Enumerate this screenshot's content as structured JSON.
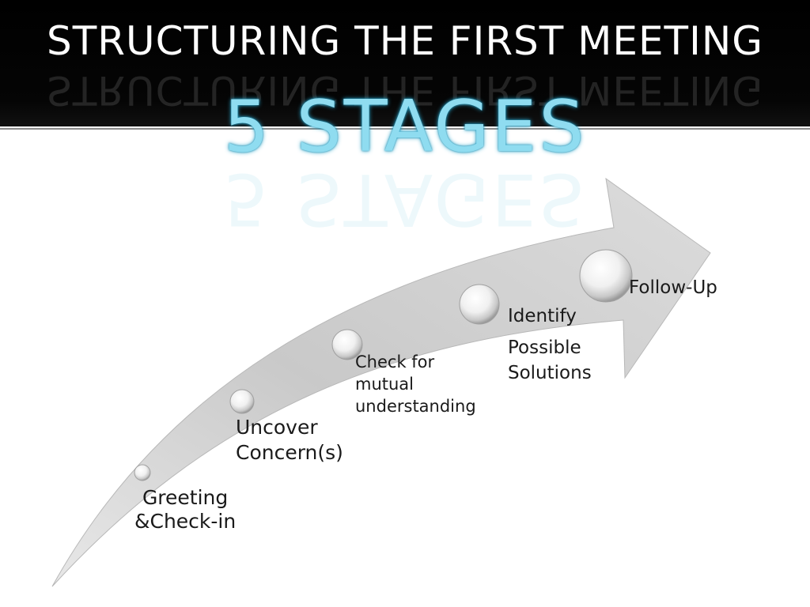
{
  "slide": {
    "title": "STRUCTURING THE FIRST MEETING",
    "subtitle": "5 STAGES"
  },
  "stages": [
    {
      "lines": [
        "Greeting",
        "&Check-in"
      ]
    },
    {
      "lines": [
        "Uncover",
        "Concern(s)"
      ]
    },
    {
      "lines": [
        "Check for",
        "mutual",
        "understanding"
      ]
    },
    {
      "lines": [
        "Identify",
        "Possible",
        "Solutions"
      ]
    },
    {
      "lines": [
        "Follow-Up"
      ]
    }
  ],
  "colors": {
    "header_band": "#000000",
    "title_text": "#ffffff",
    "subtitle_text": "#8fdcf0",
    "arrow_fill": "#cfcfcf"
  }
}
